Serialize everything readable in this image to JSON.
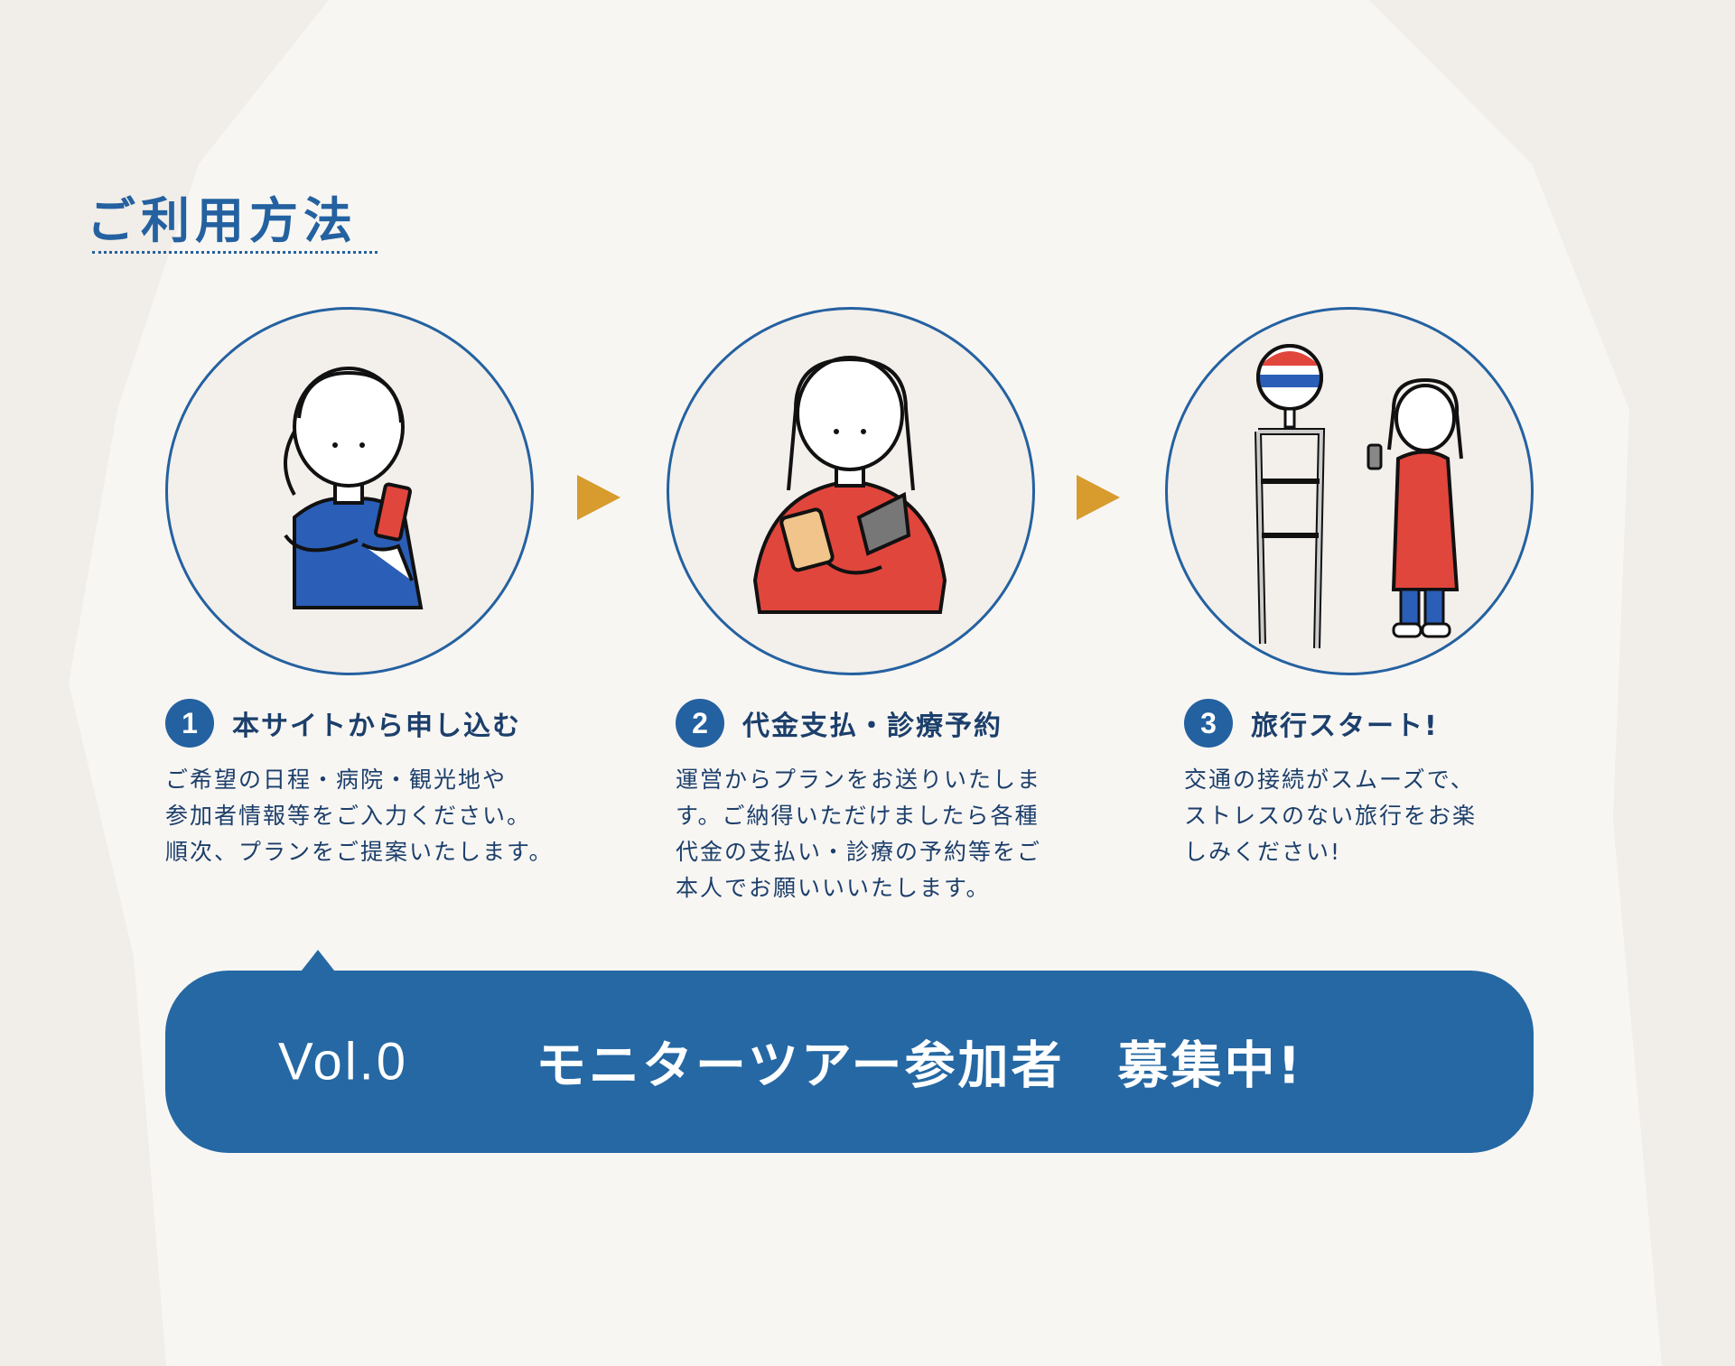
{
  "heading": "ご利用方法",
  "steps": [
    {
      "number": "1",
      "title": "本サイトから申し込む",
      "desc": [
        "ご希望の日程・病院・観光地や",
        "参加者情報等をご入力ください。",
        "順次、プランをご提案いたします。"
      ]
    },
    {
      "number": "2",
      "title": "代金支払・診療予約",
      "desc": [
        "運営からプランをお送りいたしま",
        "す。ご納得いただけましたら各種",
        "代金の支払い・診療の予約等をご",
        "本人でお願いいいたします。"
      ]
    },
    {
      "number": "3",
      "title": "旅行スタート!",
      "desc": [
        "交通の接続がスムーズで、",
        "ストレスのない旅行をお楽",
        "しみください!"
      ]
    }
  ],
  "banner": {
    "vol": "Vol.0",
    "title": "モニターツアー参加者　募集中!"
  },
  "colors": {
    "primary": "#2461a0",
    "accent_arrow": "#d79b2e",
    "red": "#e0463c",
    "blue_shirt": "#2b5eb7"
  }
}
